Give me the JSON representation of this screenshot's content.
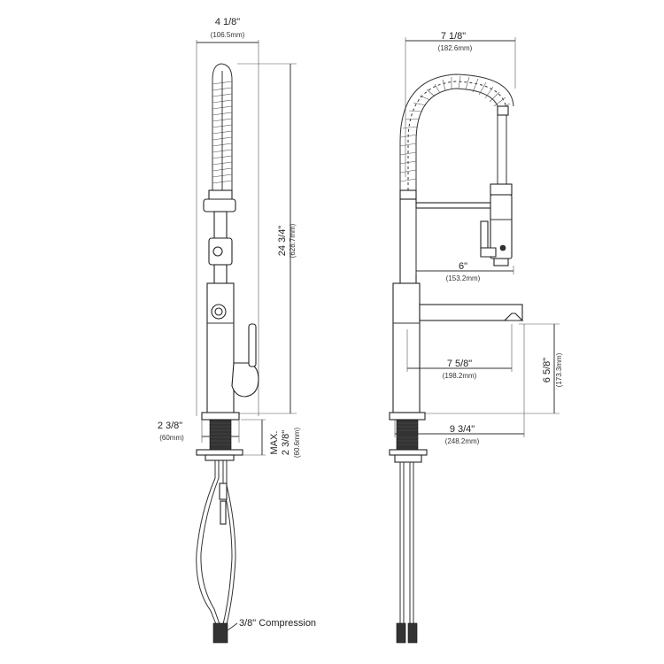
{
  "dimensions": {
    "side_width": {
      "main": "4 1/8\"",
      "sub": "(106.5mm)"
    },
    "overall_height": {
      "main": "24 3/4\"",
      "sub": "(628.7mm)"
    },
    "base_diameter": {
      "main": "2 3/8\"",
      "sub": "(60mm)"
    },
    "max_deck": {
      "line1": "MAX.",
      "main": "2 3/8\"",
      "sub": "(60.6mm)"
    },
    "front_width": {
      "main": "7 1/8\"",
      "sub": "(182.6mm)"
    },
    "bracket_reach": {
      "main": "6\"",
      "sub": "(153.2mm)"
    },
    "spout_reach": {
      "main": "7 5/8\"",
      "sub": "(198.2mm)"
    },
    "spout_height": {
      "main": "6 5/8\"",
      "sub": "(173.3mm)"
    },
    "total_reach": {
      "main": "9 3/4\"",
      "sub": "(248.2mm)"
    }
  },
  "callouts": {
    "compression": "3/8\" Compression"
  }
}
